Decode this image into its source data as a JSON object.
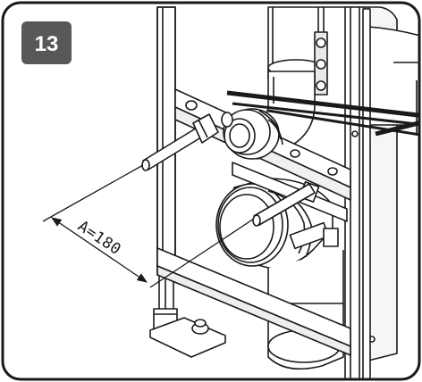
{
  "step": {
    "number": "13"
  },
  "dimension": {
    "label": "A=180"
  },
  "colors": {
    "badge": "#585858",
    "line": "#1a1a1a",
    "background": "#ffffff"
  },
  "icons": [
    "step-badge",
    "installation-frame",
    "drain-elbow",
    "drain-bend",
    "bolt"
  ]
}
